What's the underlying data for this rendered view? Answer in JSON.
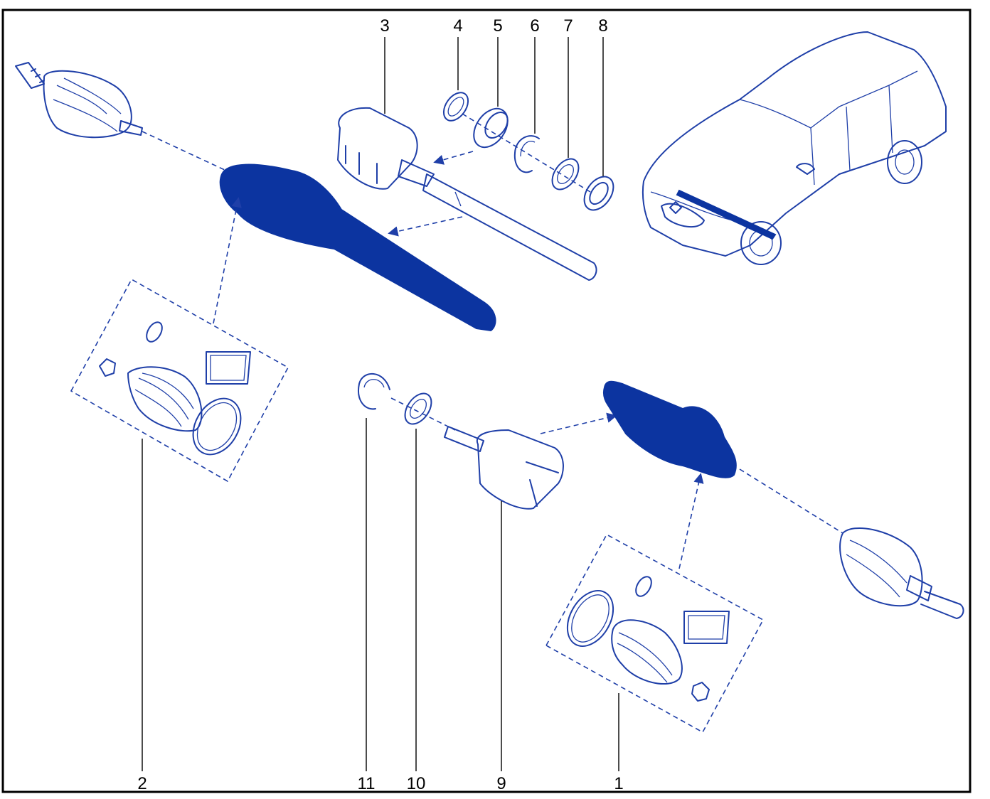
{
  "diagram": {
    "callouts": [
      {
        "id": "1",
        "text": "1"
      },
      {
        "id": "2",
        "text": "2"
      },
      {
        "id": "3",
        "text": "3"
      },
      {
        "id": "4",
        "text": "4"
      },
      {
        "id": "5",
        "text": "5"
      },
      {
        "id": "6",
        "text": "6"
      },
      {
        "id": "7",
        "text": "7"
      },
      {
        "id": "8",
        "text": "8"
      },
      {
        "id": "9",
        "text": "9"
      },
      {
        "id": "10",
        "text": "10"
      },
      {
        "id": "11",
        "text": "11"
      }
    ],
    "colors": {
      "line_art": "#1f3fa8",
      "highlight_part": "#0c34a0",
      "frame": "#000000",
      "background": "#ffffff"
    }
  }
}
